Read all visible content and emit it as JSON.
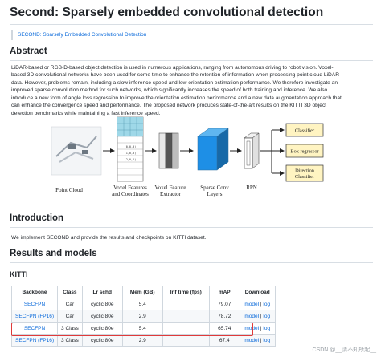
{
  "page": {
    "title": "Second: Sparsely embedded convolutional detection",
    "subtitle_link": "SECOND: Sparsely Embedded Convolutional Detection"
  },
  "abstract": {
    "heading": "Abstract",
    "lines": [
      "LiDAR-based or RGB-D-based object detection is used in numerous applications, ranging from autonomous driving to robot vision. Voxel-",
      "based 3D convolutional networks have been used for some time to enhance the retention of information when processing point cloud LiDAR",
      "data. However, problems remain, including a slow inference speed and low orientation estimation performance. We therefore investigate an",
      "improved sparse convolution method for such networks, which significantly increases the speed of both training and inference. We also",
      "introduce a new form of angle loss regression to improve the orientation estimation performance and a new data augmentation approach that",
      "can enhance the convergence speed and performance. The proposed network produces state-of-the-art results on the KITTI 3D object",
      "detection benchmarks while maintaining a fast inference speed."
    ]
  },
  "diagram": {
    "point_cloud": "Point Cloud",
    "voxel_features_1": "Voxel Features",
    "voxel_features_2": "and Coordinates",
    "extractor_1": "Voxel Feature",
    "extractor_2": "Extractor",
    "sparse_1": "Sparse Conv",
    "sparse_2": "Layers",
    "rpn": "RPN",
    "classifier": "Classifier",
    "box_regressor": "Box regressor",
    "direction_1": "Direction",
    "direction_2": "Classifier"
  },
  "introduction": {
    "heading": "Introduction",
    "text": "We implement SECOND and provide the results and checkpoints on KITTI dataset."
  },
  "results": {
    "heading": "Results and models",
    "subheading": "KITTI",
    "columns": [
      "Backbone",
      "Class",
      "Lr schd",
      "Mem (GB)",
      "Inf time (fps)",
      "mAP",
      "Download"
    ],
    "rows": [
      {
        "backbone": "SECFPN",
        "class": "Car",
        "lr": "cyclic 80e",
        "mem": "5.4",
        "inf": "",
        "map": "79.07",
        "model": "model",
        "sep": "|",
        "log": "log"
      },
      {
        "backbone": "SECFPN (FP16)",
        "class": "Car",
        "lr": "cyclic 80e",
        "mem": "2.9",
        "inf": "",
        "map": "78.72",
        "model": "model",
        "sep": "|",
        "log": "log"
      },
      {
        "backbone": "SECFPN",
        "class": "3 Class",
        "lr": "cyclic 80e",
        "mem": "5.4",
        "inf": "",
        "map": "65.74",
        "model": "model",
        "sep": "|",
        "log": "log"
      },
      {
        "backbone": "SECFPN (FP16)",
        "class": "3 Class",
        "lr": "cyclic 80e",
        "mem": "2.9",
        "inf": "",
        "map": "67.4",
        "model": "model",
        "sep": "|",
        "log": "log"
      }
    ]
  },
  "watermark": "CSDN @__清不知所起__",
  "colors": {
    "link": "#0969da",
    "highlight": "#e03a3a",
    "cube": "#1e8fe6",
    "block_yellow": "#fff4c2"
  }
}
